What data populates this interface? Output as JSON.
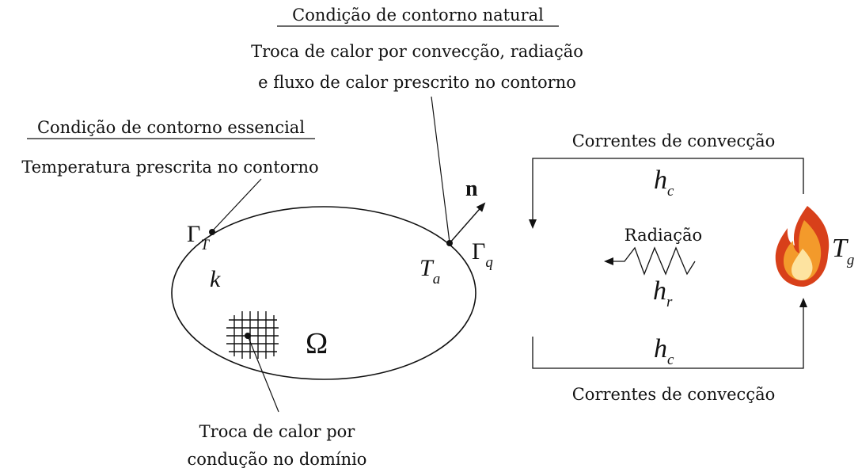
{
  "natural_bc": {
    "title": "Condição de contorno natural",
    "line1": "Troca de calor por convecção, radiação",
    "line2": "e fluxo de calor prescrito no contorno"
  },
  "essential_bc": {
    "title": "Condição de contorno essencial",
    "text": "Temperatura prescrita no contorno"
  },
  "domain": {
    "gamma_T": {
      "main": "Γ",
      "sub": "T"
    },
    "gamma_q": {
      "main": "Γ",
      "sub": "q"
    },
    "T_a": {
      "main": "T",
      "sub": "a"
    },
    "normal": "n",
    "conductivity": "k",
    "omega": "Ω"
  },
  "conduction_note": {
    "line1": "Troca de calor por",
    "line2": "condução no domínio"
  },
  "convection": {
    "top_label": "Correntes de convecção",
    "bottom_label": "Correntes de convecção",
    "h_c_top": {
      "main": "h",
      "sub": "c"
    },
    "h_c_bottom": {
      "main": "h",
      "sub": "c"
    },
    "radiation_label": "Radiação",
    "h_r": {
      "main": "h",
      "sub": "r"
    },
    "T_g": {
      "main": "T",
      "sub": "g"
    }
  },
  "icons": [
    "fire-icon",
    "mesh-grid-icon",
    "arrow-icon"
  ],
  "colors": {
    "ink": "#111111",
    "flame_outer": "#e2531c",
    "flame_mid": "#f39a2b",
    "flame_inner": "#fde3a0"
  }
}
